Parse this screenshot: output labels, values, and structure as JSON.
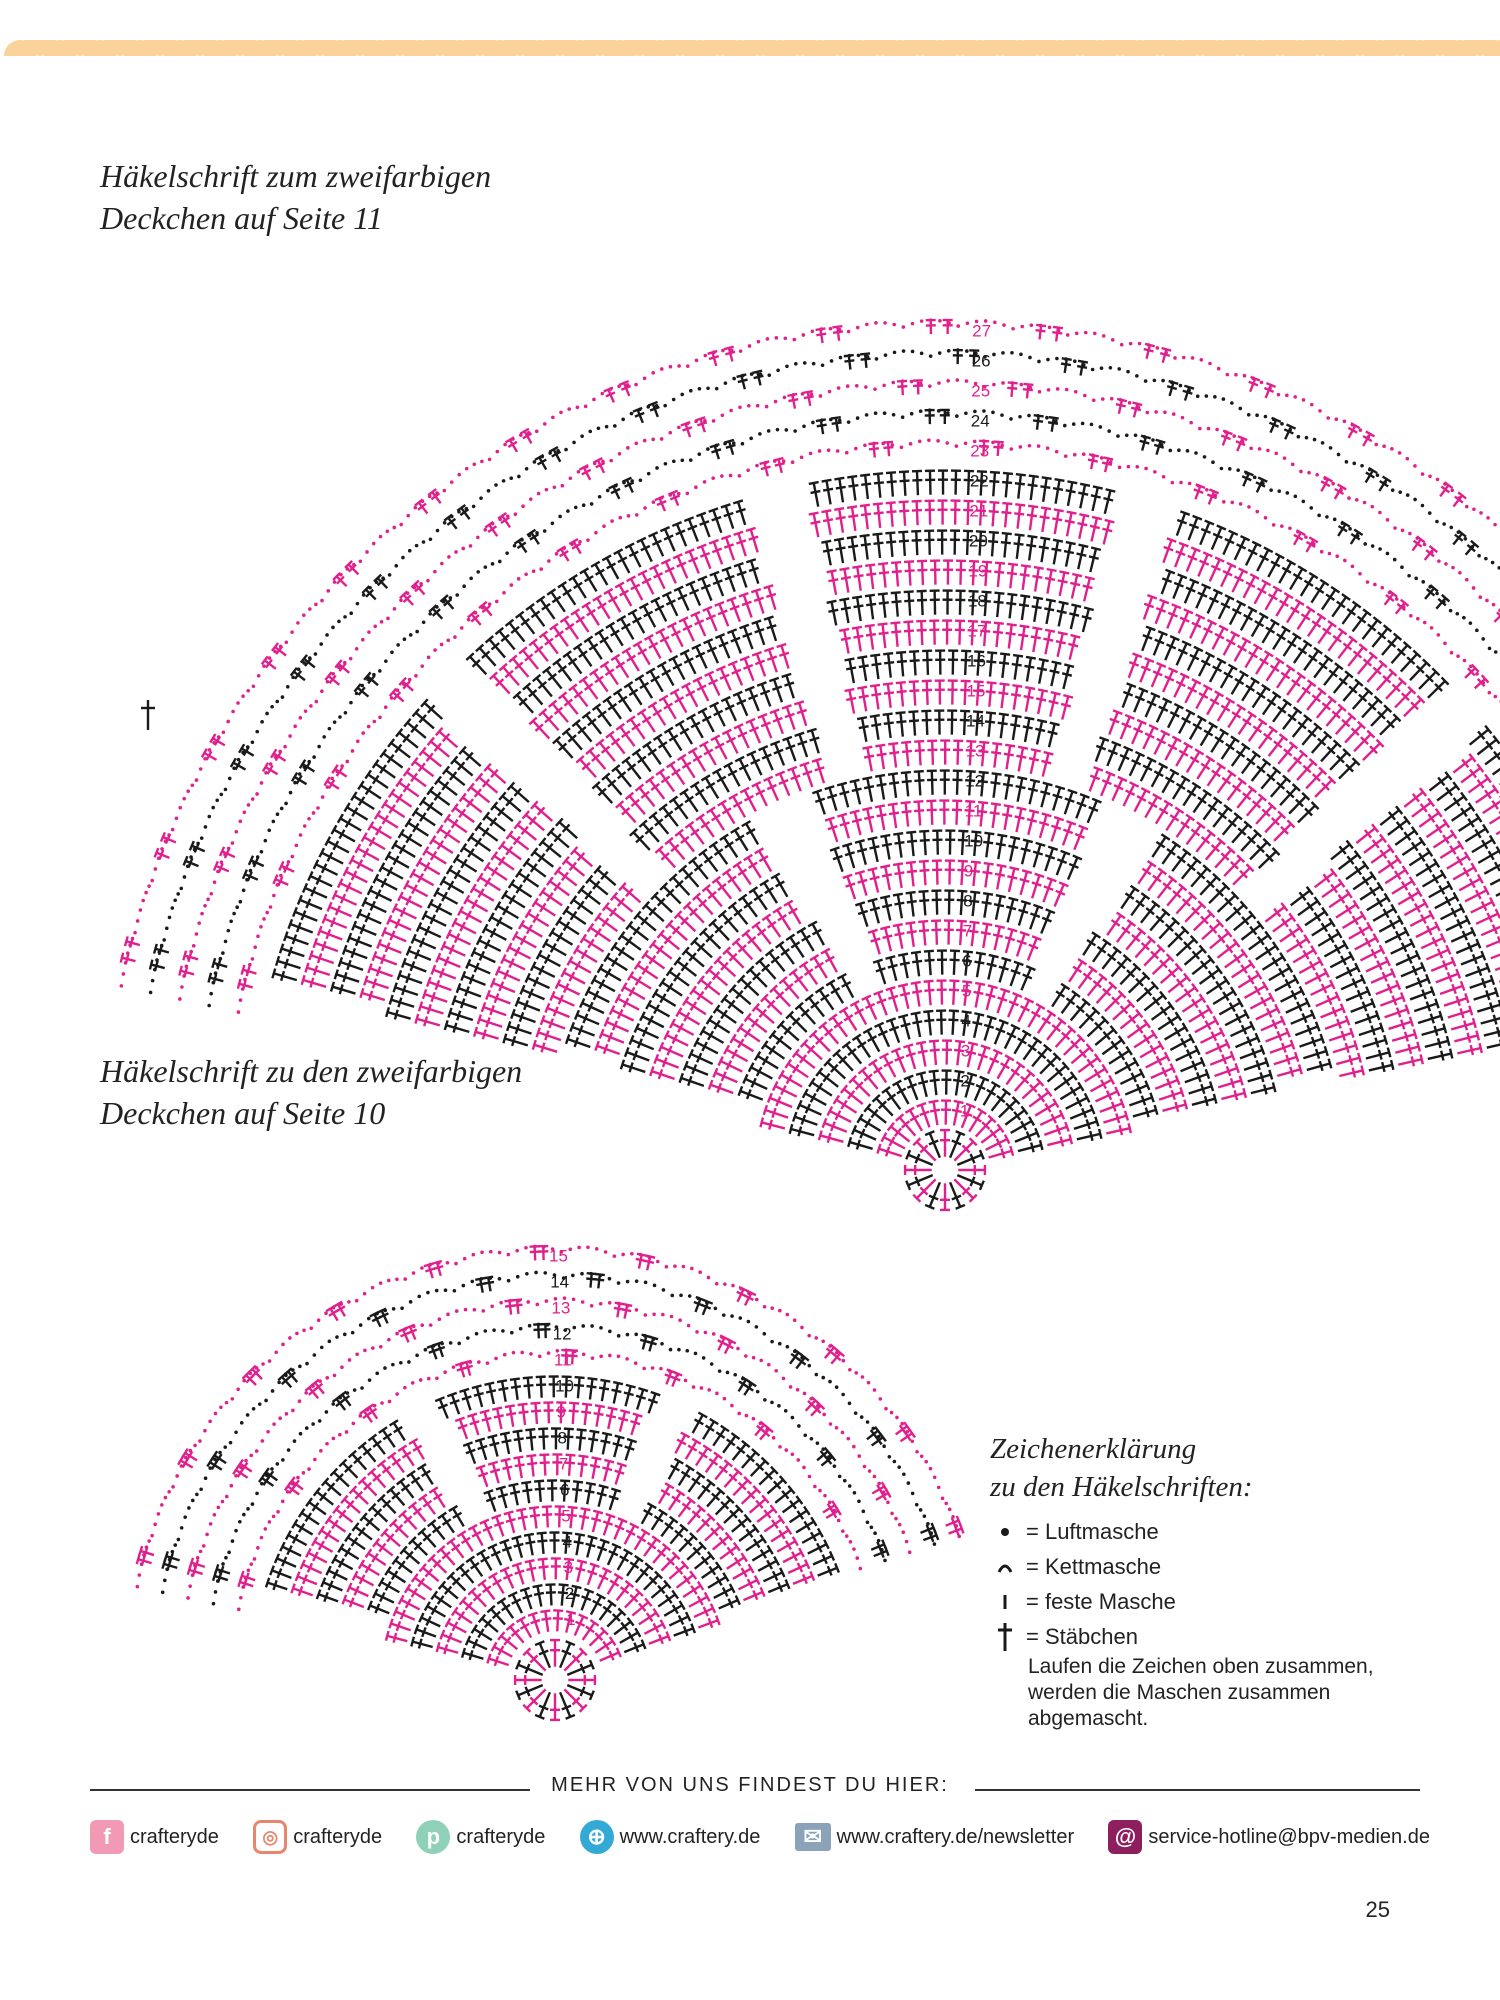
{
  "titles": {
    "top_diagram": "Häkelschrift zum zweifarbigen\nDeckchen auf Seite 11",
    "bottom_diagram": "Häkelschrift zu den zweifarbigen\nDeckchen auf Seite 10"
  },
  "diagrams": {
    "large": {
      "rounds": 27,
      "row_labels": [
        "1",
        "2",
        "3",
        "4",
        "5",
        "6",
        "7",
        "8",
        "9",
        "10",
        "11",
        "12",
        "13",
        "14",
        "15",
        "16",
        "17",
        "18",
        "19",
        "20",
        "21",
        "22",
        "23",
        "24",
        "25",
        "26",
        "27"
      ]
    },
    "small": {
      "rounds": 15,
      "row_labels": [
        "1",
        "2",
        "3",
        "4",
        "5",
        "6",
        "7",
        "8",
        "9",
        "10",
        "11",
        "12",
        "13",
        "14",
        "15"
      ]
    }
  },
  "colors": {
    "magenta": "#e0208c",
    "black": "#1a1a1a",
    "scallop": "#fbd39a"
  },
  "legend": {
    "title_line1": "Zeichenerklärung",
    "title_line2": "zu den Häkelschriften:",
    "items": [
      {
        "symbol": "dot",
        "label": "= Luftmasche"
      },
      {
        "symbol": "arc",
        "label": "= Kettmasche"
      },
      {
        "symbol": "bar",
        "label": "= feste Masche"
      },
      {
        "symbol": "cross",
        "label": "= Stäbchen"
      }
    ],
    "note": "Laufen die Zeichen oben zusammen, werden die Maschen zusammen abgemascht."
  },
  "footer": {
    "title": "MEHR VON UNS FINDEST DU HIER:",
    "links": [
      {
        "icon": "facebook-icon",
        "label": "crafteryde",
        "color": "#f29ab5"
      },
      {
        "icon": "instagram-icon",
        "label": "crafteryde",
        "color": "#e8866d"
      },
      {
        "icon": "pinterest-icon",
        "label": "crafteryde",
        "color": "#8fd1b8"
      },
      {
        "icon": "globe-icon",
        "label": "www.craftery.de",
        "color": "#33a9d6"
      },
      {
        "icon": "mail-icon",
        "label": "www.craftery.de/newsletter",
        "color": "#8aa3b8"
      },
      {
        "icon": "at-icon",
        "label": "service-hotline@bpv-medien.de",
        "color": "#8e1f5f"
      }
    ]
  },
  "page_number": "25"
}
